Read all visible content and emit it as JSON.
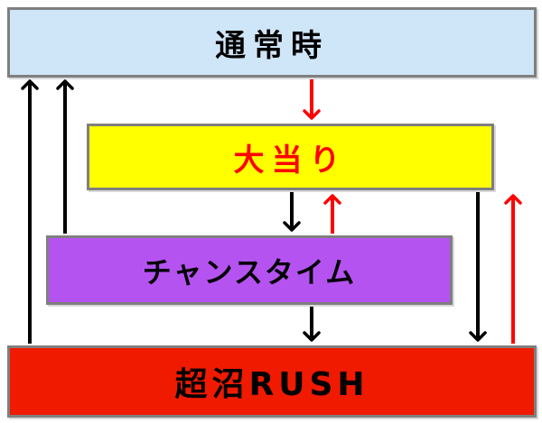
{
  "states": {
    "normal": "通常時",
    "jackpot": "大当り",
    "chance_time": "チャンスタイム",
    "rush": "超沼RUSH"
  },
  "colors": {
    "normal_bg": "#cfe5f8",
    "jackpot_bg": "#ffff00",
    "jackpot_text": "#ff0000",
    "chance_bg": "#b553f1",
    "rush_bg": "#f01a00",
    "arrow_black": "#000000",
    "arrow_red": "#ff0000"
  }
}
